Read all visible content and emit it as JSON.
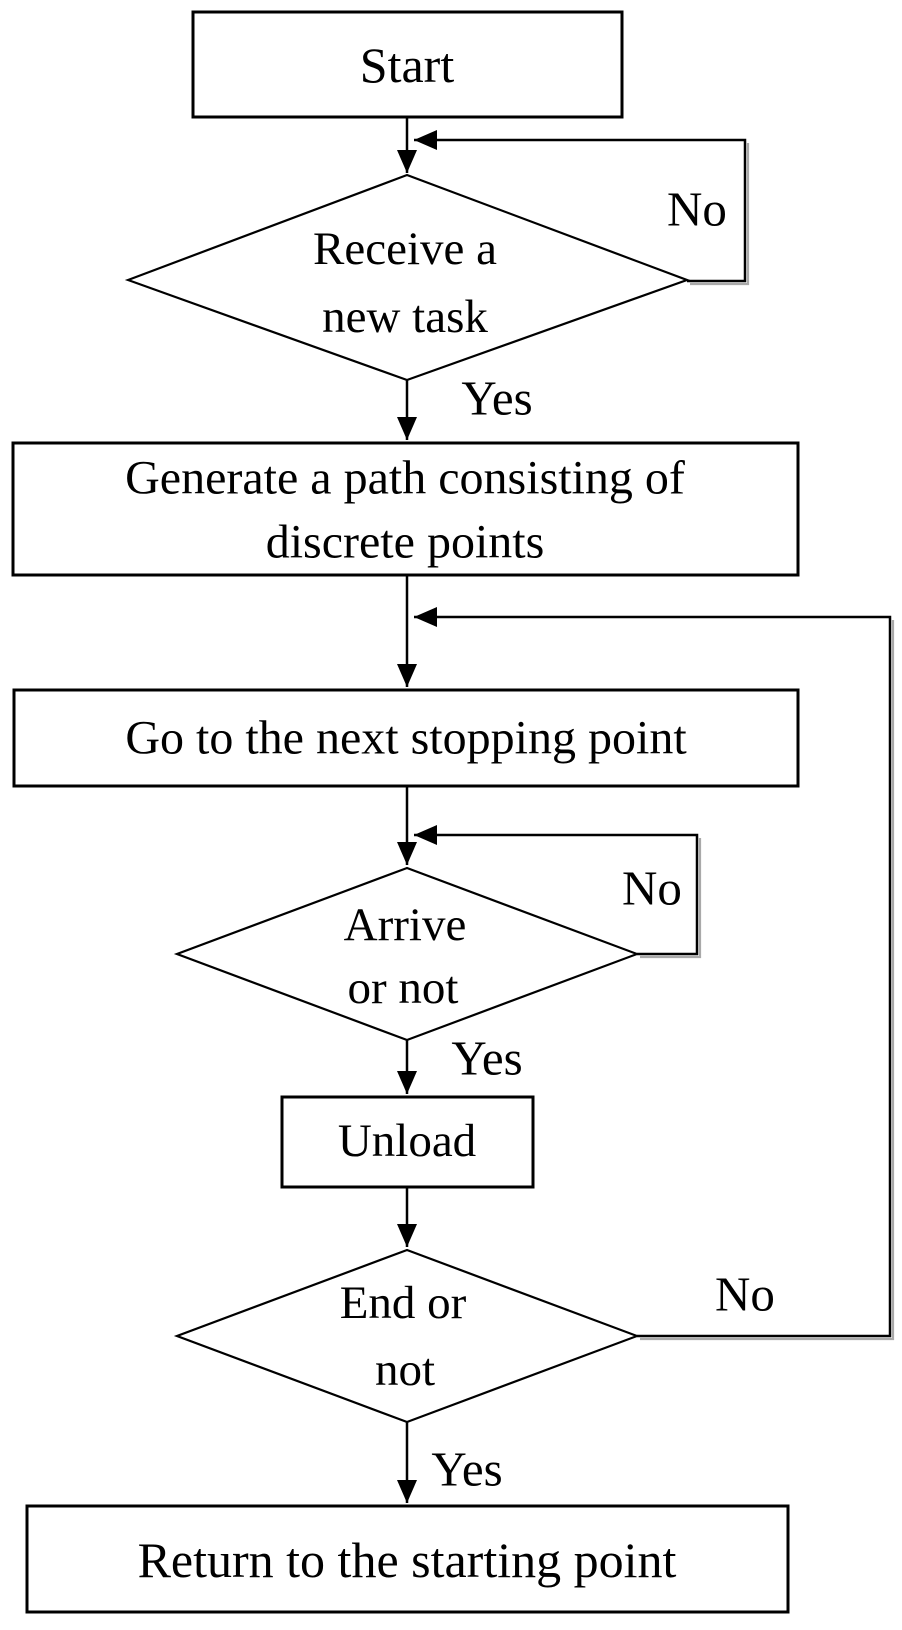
{
  "diagram": {
    "type": "flowchart",
    "colors": {
      "background": "#ffffff",
      "line": "#000000",
      "text": "#000000",
      "loop_shadow": "#a9a9a9"
    },
    "nodes": [
      {
        "id": "start",
        "shape": "rect",
        "label": "Start",
        "lines": [
          "Start"
        ]
      },
      {
        "id": "receive-task",
        "shape": "diamond",
        "label": "Receive a new task",
        "lines": [
          "Receive a",
          "new task"
        ]
      },
      {
        "id": "generate-path",
        "shape": "rect",
        "label": "Generate a path consisting of discrete points",
        "lines": [
          "Generate a path consisting of",
          "discrete points"
        ]
      },
      {
        "id": "go-next-point",
        "shape": "rect",
        "label": "Go to the next stopping point",
        "lines": [
          "Go to the next stopping point"
        ]
      },
      {
        "id": "arrive",
        "shape": "diamond",
        "label": "Arrive or not",
        "lines": [
          "Arrive",
          "or not"
        ]
      },
      {
        "id": "unload",
        "shape": "rect",
        "label": "Unload",
        "lines": [
          "Unload"
        ]
      },
      {
        "id": "end-or-not",
        "shape": "diamond",
        "label": "End or not",
        "lines": [
          "End or",
          "not"
        ]
      },
      {
        "id": "return",
        "shape": "rect",
        "label": "Return to the starting point",
        "lines": [
          "Return to the starting point"
        ]
      }
    ],
    "edges": [
      {
        "from": "start",
        "to": "receive-task",
        "label": ""
      },
      {
        "from": "receive-task",
        "to": "receive-task",
        "label": "No"
      },
      {
        "from": "receive-task",
        "to": "generate-path",
        "label": "Yes"
      },
      {
        "from": "generate-path",
        "to": "go-next-point",
        "label": ""
      },
      {
        "from": "go-next-point",
        "to": "arrive",
        "label": ""
      },
      {
        "from": "arrive",
        "to": "arrive",
        "label": "No"
      },
      {
        "from": "arrive",
        "to": "unload",
        "label": "Yes"
      },
      {
        "from": "unload",
        "to": "end-or-not",
        "label": ""
      },
      {
        "from": "end-or-not",
        "to": "go-next-point",
        "label": "No"
      },
      {
        "from": "end-or-not",
        "to": "return",
        "label": "Yes"
      }
    ]
  }
}
